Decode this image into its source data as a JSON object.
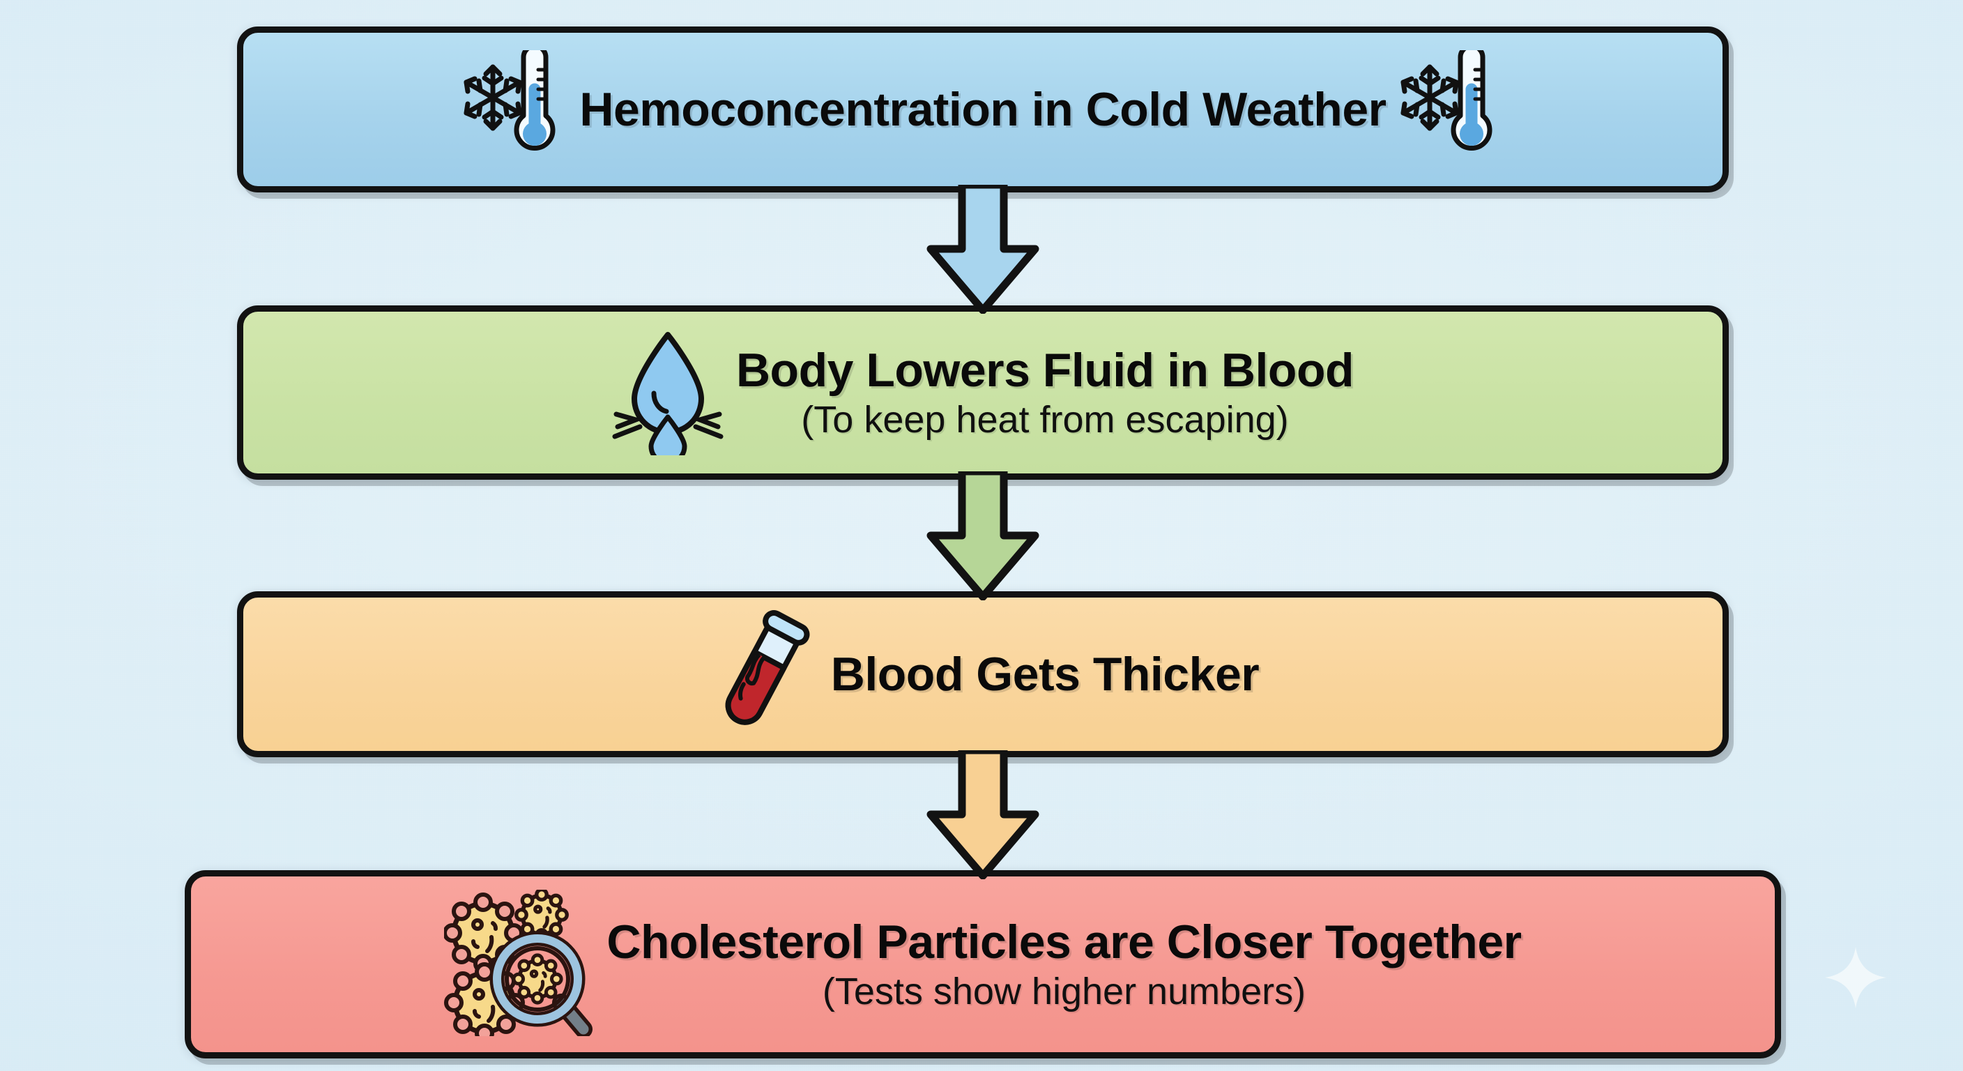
{
  "diagram": {
    "type": "vertical-flowchart",
    "background_color": "#dceef5",
    "border_color": "#121212",
    "node_count": 4,
    "arrow_count": 3
  },
  "nodes": [
    {
      "id": "node-1",
      "title": "Hemoconcentration in Cold Weather",
      "subtitle": "",
      "fill_color": "#a8d5ee",
      "icon_left": "snowflake-thermometer-icon",
      "icon_right": "snowflake-thermometer-icon"
    },
    {
      "id": "node-2",
      "title": "Body Lowers Fluid in Blood",
      "subtitle": "(To keep heat from escaping)",
      "fill_color": "#c9e2a4",
      "icon_left": "sweat-droplets-icon",
      "icon_right": ""
    },
    {
      "id": "node-3",
      "title": "Blood Gets Thicker",
      "subtitle": "",
      "fill_color": "#f9d49b",
      "icon_left": "blood-test-tube-icon",
      "icon_right": ""
    },
    {
      "id": "node-4",
      "title": "Cholesterol Particles are Closer Together",
      "subtitle": "(Tests show higher numbers)",
      "fill_color": "#f59891",
      "icon_left": "cholesterol-particles-magnifier-icon",
      "icon_right": ""
    }
  ],
  "arrows": [
    {
      "id": "arrow-1",
      "from": "node-1",
      "to": "node-2",
      "direction": "down",
      "fill_color": "#a8d5ee"
    },
    {
      "id": "arrow-2",
      "from": "node-2",
      "to": "node-3",
      "direction": "down",
      "fill_color": "#b6d697"
    },
    {
      "id": "arrow-3",
      "from": "node-3",
      "to": "node-4",
      "direction": "down",
      "fill_color": "#f8d093"
    }
  ],
  "watermark": {
    "icon": "sparkle-icon",
    "color": "#ffffff"
  }
}
